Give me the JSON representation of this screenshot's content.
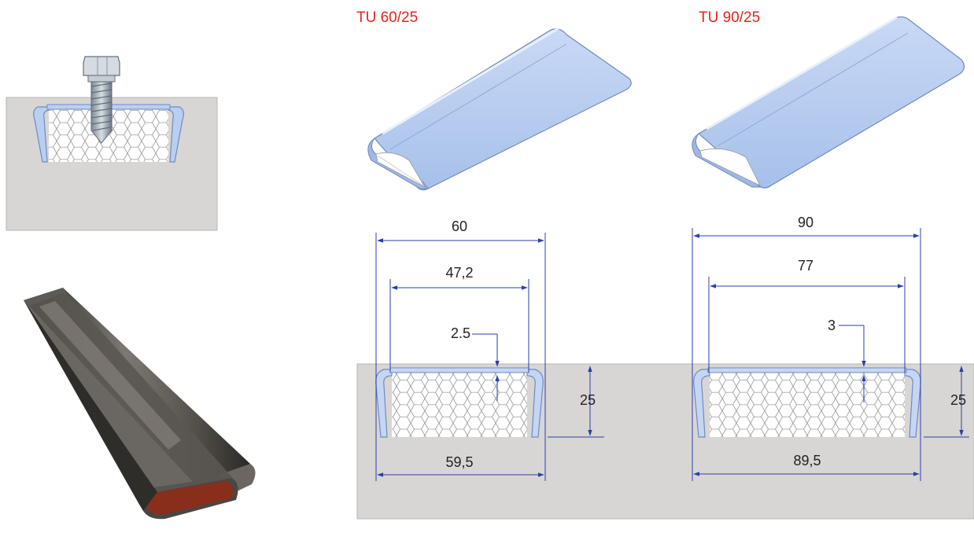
{
  "profiles": [
    {
      "title": "TU 60/25",
      "dim_outer_width": "60",
      "dim_inner_width": "47,2",
      "dim_thickness": "2.5",
      "dim_height": "25",
      "dim_base_width": "59,5"
    },
    {
      "title": "TU 90/25",
      "dim_outer_width": "90",
      "dim_inner_width": "77",
      "dim_thickness": "3",
      "dim_height": "25",
      "dim_base_width": "89,5"
    }
  ],
  "colors": {
    "title": "#e8211e",
    "dimension_line": "#2b3fa8",
    "channel_fill": "#d8d6d4",
    "profile_blue": "#aec6ee",
    "profile_outline": "#6f8bbd",
    "steel_dark": "#3b3936",
    "filling_red": "#8a2e1c"
  }
}
